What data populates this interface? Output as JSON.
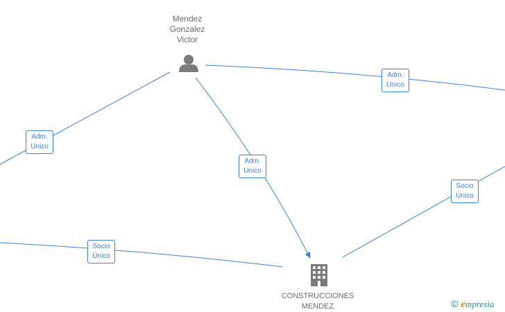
{
  "person": {
    "name_lines": [
      "Mendez",
      "Gonzalez",
      "Victor"
    ],
    "icon": "person-icon"
  },
  "company": {
    "name_lines": [
      "CONSTRUCCIONES",
      "MENDEZ"
    ],
    "icon": "building-icon"
  },
  "edges": [
    {
      "id": "adm-left",
      "lines": [
        "Adm.",
        "Unico"
      ]
    },
    {
      "id": "adm-right",
      "lines": [
        "Adm.",
        "Unico"
      ]
    },
    {
      "id": "adm-center",
      "lines": [
        "Adm.",
        "Unico"
      ]
    },
    {
      "id": "socio-left",
      "lines": [
        "Socio",
        "Único"
      ]
    },
    {
      "id": "socio-right",
      "lines": [
        "Socio",
        "Único"
      ]
    }
  ],
  "brand": {
    "copyright": "©",
    "e_letter": "e",
    "rest": "mpresia"
  },
  "colors": {
    "edge": "#3c7fd1",
    "icon": "#7a7a7a",
    "label_text": "#6b6b6b"
  }
}
